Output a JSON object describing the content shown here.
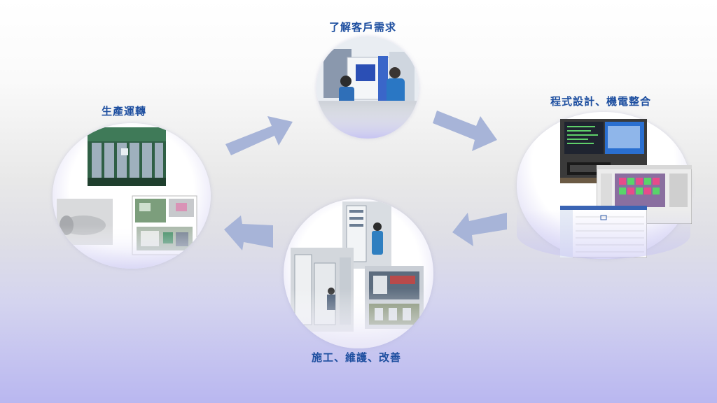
{
  "steps": {
    "top": "了解客戶需求",
    "right": "程式設計、機電整合",
    "bottom": "施工、維護、改善",
    "left": "生產運轉"
  },
  "colors": {
    "label": "#1e4fa0",
    "arrow": "#a7b4d8",
    "circle_fade": "#b9b7f0"
  }
}
